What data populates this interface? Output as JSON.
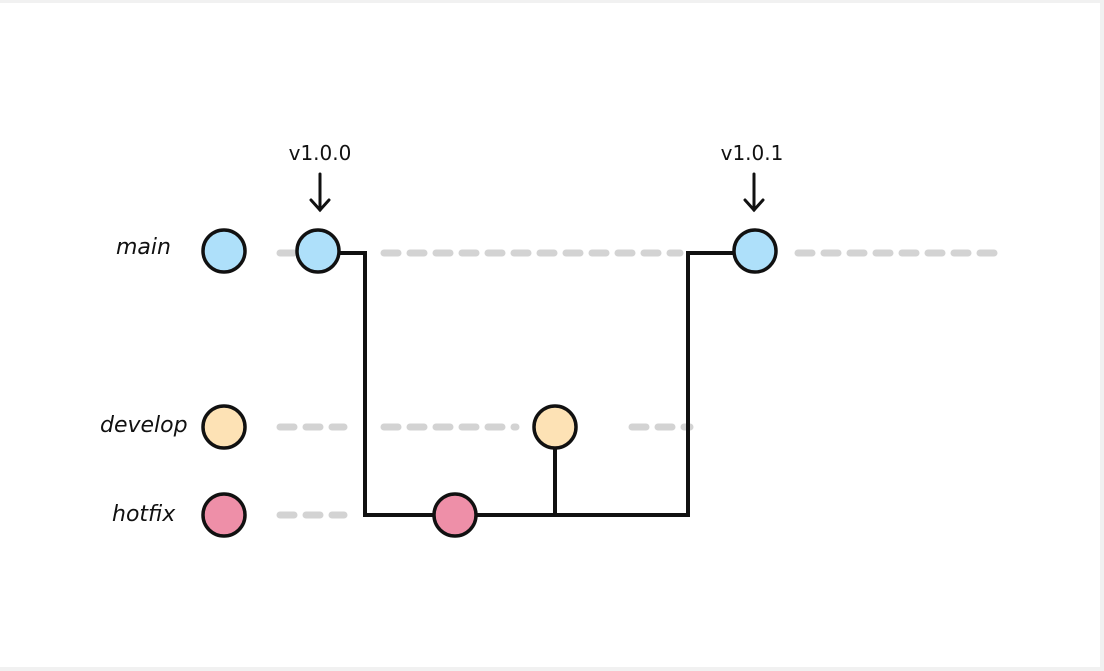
{
  "branches": {
    "main": "main",
    "develop": "develop",
    "hotfix": "hotfix"
  },
  "tags": {
    "first": "v1.0.0",
    "second": "v1.0.1"
  },
  "colors": {
    "main": "#aee0fa",
    "develop": "#fde2b5",
    "hotfix": "#ee8fa8",
    "line": "#111111",
    "dashed": "#d3d3d3"
  }
}
